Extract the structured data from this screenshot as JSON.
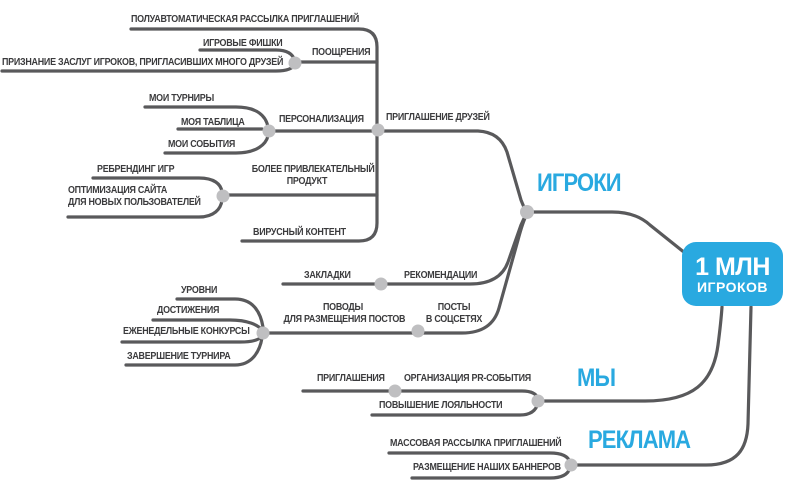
{
  "colors": {
    "accent": "#29A9E0",
    "line": "#59595B",
    "dot": "#BFBFC1",
    "text": "#3B3B3D"
  },
  "mindmap": {
    "root": {
      "lines": [
        "1 МЛН",
        "ИГРОКОВ"
      ]
    },
    "branches": [
      {
        "label": "ИГРОКИ",
        "children": [
          {
            "label": "ПРИГЛАШЕНИЕ ДРУЗЕЙ",
            "children": [
              {
                "label": "ПОЛУАВТОМАТИЧЕСКАЯ РАССЫЛКА ПРИГЛАШЕНИЙ"
              },
              {
                "label": "ПООЩРЕНИЯ",
                "children": [
                  {
                    "label": "ИГРОВЫЕ ФИШКИ"
                  },
                  {
                    "label": "ПРИЗНАНИЕ ЗАСЛУГ ИГРОКОВ, ПРИГЛАСИВШИХ МНОГО ДРУЗЕЙ"
                  }
                ]
              },
              {
                "label": "ПЕРСОНАЛИЗАЦИЯ",
                "children": [
                  {
                    "label": "МОИ ТУРНИРЫ"
                  },
                  {
                    "label": "МОЯ ТАБЛИЦА"
                  },
                  {
                    "label": "МОИ СОБЫТИЯ"
                  }
                ]
              },
              {
                "lines": [
                  "БОЛЕЕ ПРИВЛЕКАТЕЛЬНЫЙ",
                  "ПРОДУКТ"
                ],
                "children": [
                  {
                    "label": "РЕБРЕНДИНГ ИГР"
                  },
                  {
                    "lines": [
                      "ОПТИМИЗАЦИЯ САЙТА",
                      "ДЛЯ НОВЫХ ПОЛЬЗОВАТЕЛЕЙ"
                    ]
                  }
                ]
              },
              {
                "label": "ВИРУСНЫЙ КОНТЕНТ"
              }
            ]
          },
          {
            "label": "РЕКОМЕНДАЦИИ",
            "children": [
              {
                "label": "ЗАКЛАДКИ"
              }
            ]
          },
          {
            "lines": [
              "ПОСТЫ",
              "В СОЦСЕТЯХ"
            ],
            "children": [
              {
                "lines": [
                  "ПОВОДЫ",
                  "ДЛЯ РАЗМЕЩЕНИЯ ПОСТОВ"
                ],
                "children": [
                  {
                    "label": "УРОВНИ"
                  },
                  {
                    "label": "ДОСТИЖЕНИЯ"
                  },
                  {
                    "label": "ЕЖЕНЕДЕЛЬНЫЕ КОНКУРСЫ"
                  },
                  {
                    "label": "ЗАВЕРШЕНИЕ ТУРНИРА"
                  }
                ]
              }
            ]
          }
        ]
      },
      {
        "label": "МЫ",
        "children": [
          {
            "label": "ОРГАНИЗАЦИЯ PR-СОБЫТИЯ",
            "children": [
              {
                "label": "ПРИГЛАШЕНИЯ"
              }
            ]
          },
          {
            "label": "ПОВЫШЕНИЕ ЛОЯЛЬНОСТИ"
          }
        ]
      },
      {
        "label": "РЕКЛАМА",
        "children": [
          {
            "label": "МАССОВАЯ РАССЫЛКА ПРИГЛАШЕНИЙ"
          },
          {
            "label": "РАЗМЕЩЕНИЕ НАШИХ БАННЕРОВ"
          }
        ]
      }
    ]
  }
}
